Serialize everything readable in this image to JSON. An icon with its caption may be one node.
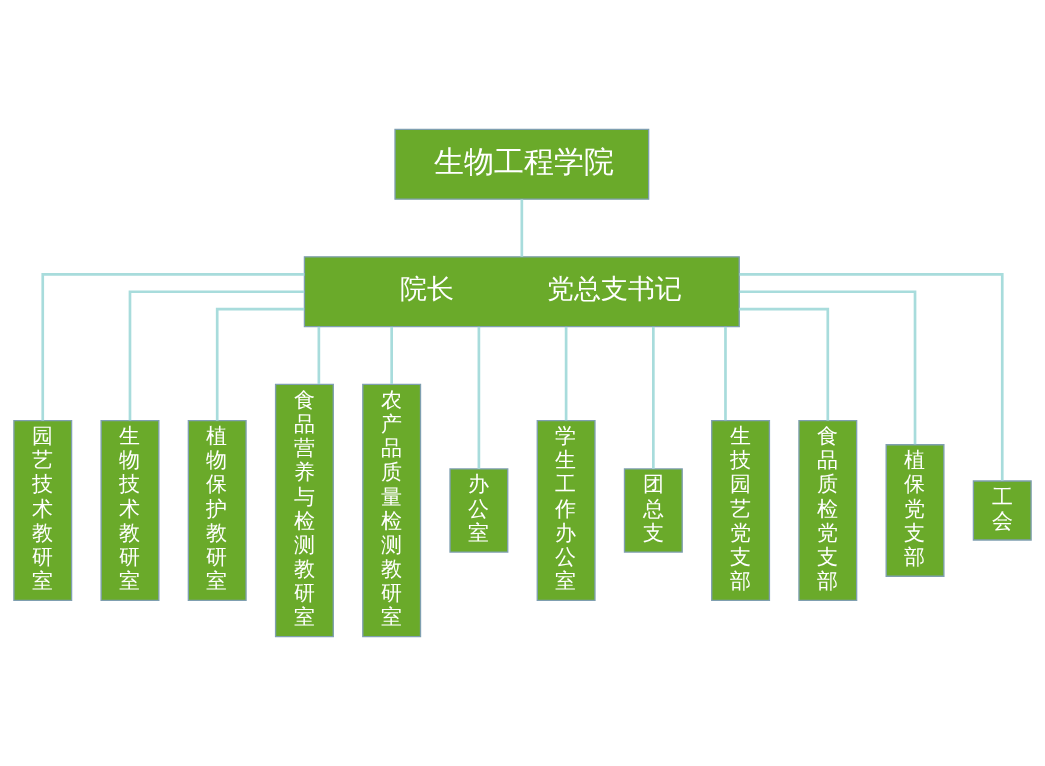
{
  "diagram": {
    "nodes": [
      {
        "text": [
          "生物工程学院"
        ]
      },
      {
        "text": [
          "院长",
          "党总支书记"
        ]
      },
      {
        "text": [
          "园艺技术教研室"
        ]
      },
      {
        "text": [
          "生物技术教研室"
        ]
      },
      {
        "text": [
          "植物保护教研室"
        ]
      },
      {
        "text": [
          "食品营养与检测教研室"
        ]
      },
      {
        "text": [
          "农产品质量检测教研室"
        ]
      },
      {
        "text": [
          "办公室"
        ]
      },
      {
        "text": [
          "学生工作办公室"
        ]
      },
      {
        "text": [
          "团总支"
        ]
      },
      {
        "text": [
          "生技园艺党支部"
        ]
      },
      {
        "text": [
          "食品质检党支部"
        ]
      },
      {
        "text": [
          "植保党支部"
        ]
      },
      {
        "text": [
          "工会"
        ]
      }
    ],
    "edges": [
      {
        "from": 0,
        "to": 1,
        "arrow": "none"
      },
      {
        "from": 1,
        "to": 2,
        "arrow": "none"
      },
      {
        "from": 1,
        "to": 3,
        "arrow": "none"
      },
      {
        "from": 1,
        "to": 4,
        "arrow": "none"
      },
      {
        "from": 1,
        "to": 5,
        "arrow": "none"
      },
      {
        "from": 1,
        "to": 6,
        "arrow": "none"
      },
      {
        "from": 1,
        "to": 7,
        "arrow": "none"
      },
      {
        "from": 1,
        "to": 8,
        "arrow": "none"
      },
      {
        "from": 1,
        "to": 9,
        "arrow": "none"
      },
      {
        "from": 1,
        "to": 10,
        "arrow": "none"
      },
      {
        "from": 1,
        "to": 11,
        "arrow": "none"
      },
      {
        "from": 1,
        "to": 12,
        "arrow": "none"
      },
      {
        "from": 1,
        "to": 13,
        "arrow": "none"
      }
    ]
  }
}
